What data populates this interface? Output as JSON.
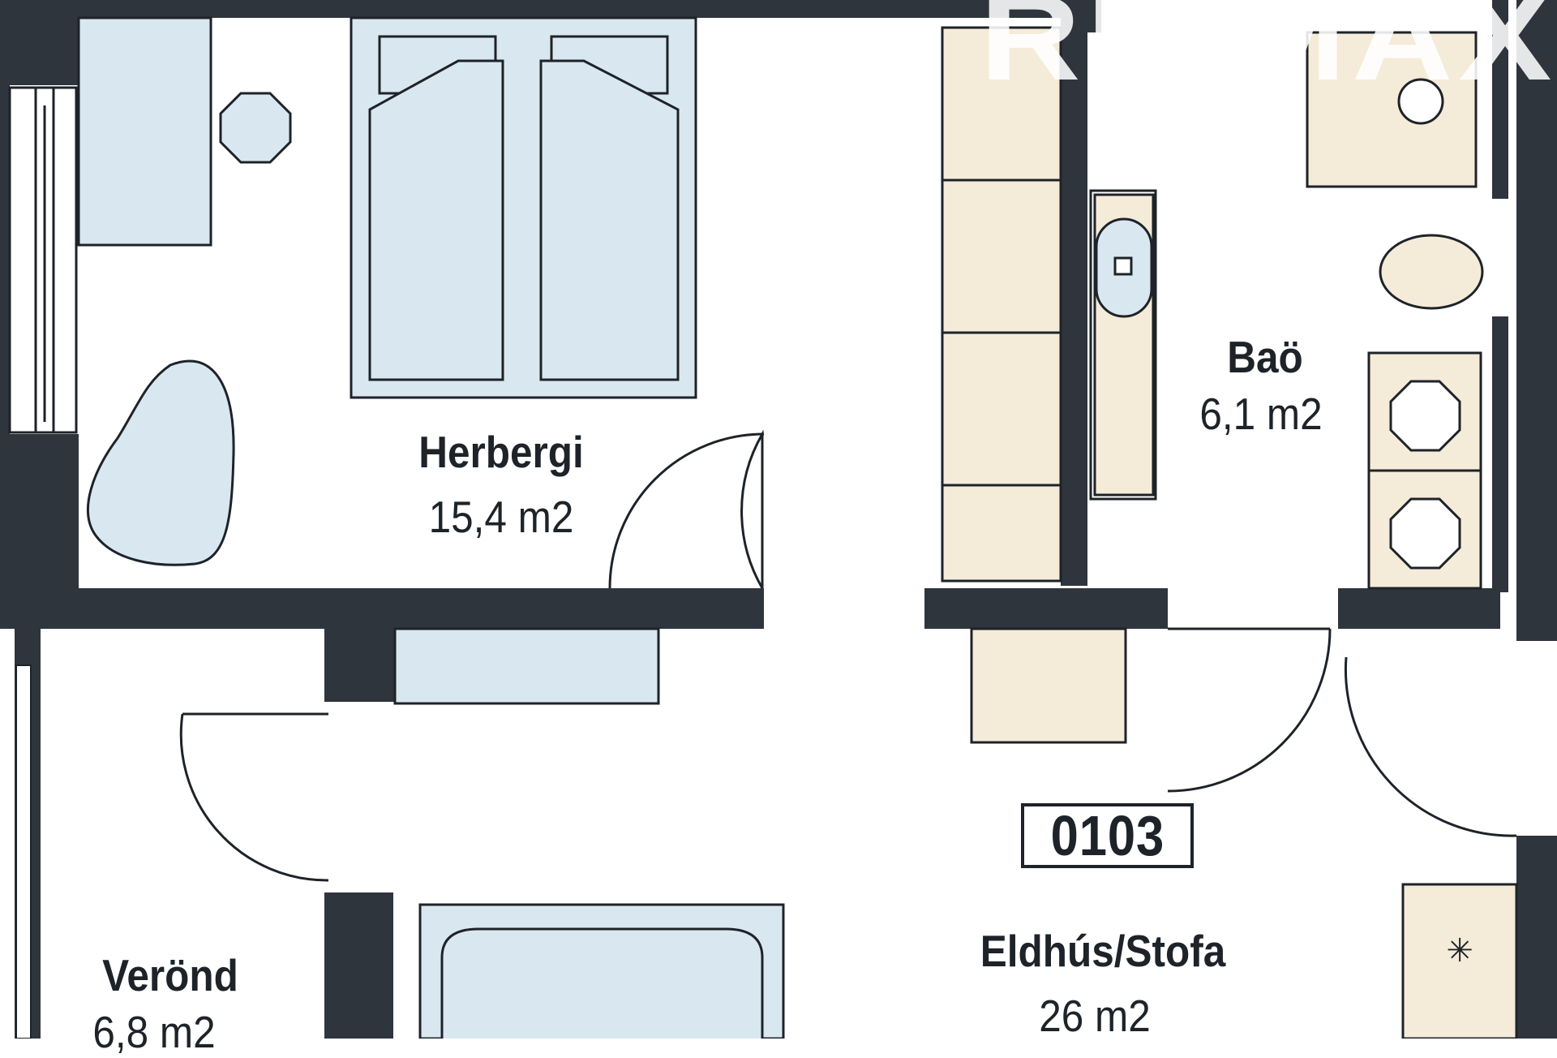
{
  "colors": {
    "wall": "#2f353c",
    "furniture_blue": "#d9e8f0",
    "kitchen_beige": "#f5ebd9",
    "line": "#1e2329",
    "background": "#ffffff"
  },
  "watermark": {
    "text": "RE/MAX"
  },
  "unit": {
    "number": "0103"
  },
  "rooms": [
    {
      "name": "Herbergi",
      "area": "15,4 m2"
    },
    {
      "name": "Baö",
      "area": "6,1 m2"
    },
    {
      "name": "Eldhús/Stofa",
      "area": "26 m2"
    },
    {
      "name": "Verönd",
      "area": "6,8 m2"
    }
  ],
  "icons": [
    "double-bed-icon",
    "side-table-icon",
    "armchair-icon",
    "toilet-icon",
    "sink-icon",
    "washer-icon",
    "dryer-icon",
    "stove-icon",
    "sofa-icon",
    "door-swing-icon"
  ]
}
